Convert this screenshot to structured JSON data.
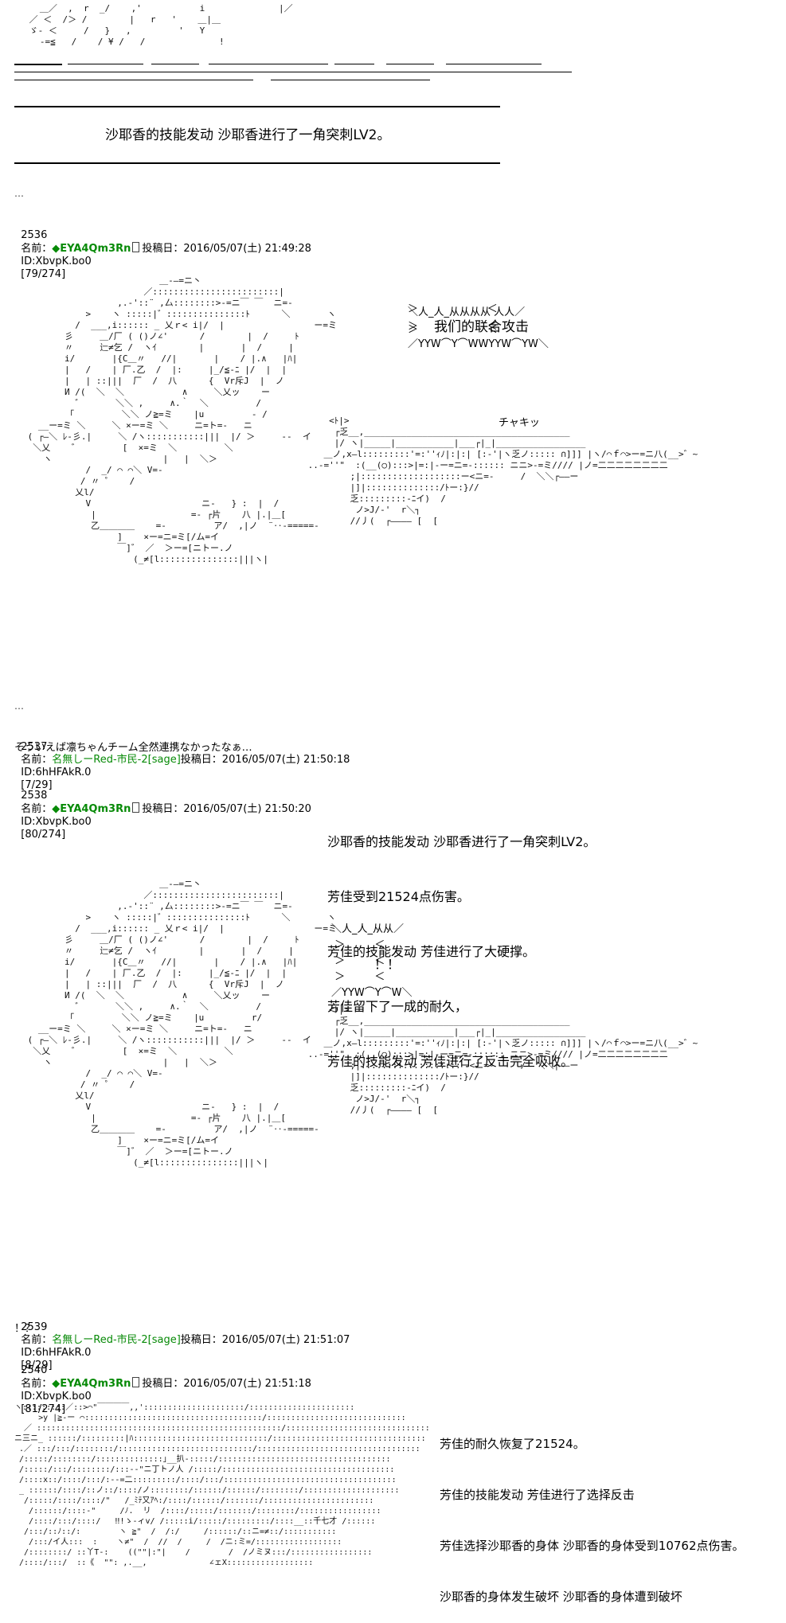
{
  "top_narration": "沙耶香的技能发动 沙耶香进行了一角突刺LV2。",
  "posts": [
    {
      "number": "2536",
      "name_label": "名前：",
      "name": "◆EYA4Qm3Rn",
      "post_label": "投稿日：",
      "date": "2016/05/07(土) 21:49:28",
      "id": "ID:XbvpK.bo0",
      "count": "[79/274]"
    },
    {
      "number": "2537",
      "name_label": "名前：",
      "name": "名無しーRed-市民-2",
      "sage": "[sage]",
      "post_label": "投稿日：",
      "date": "2016/05/07(土) 21:50:18",
      "id": "ID:6hHFAkR.0",
      "count": "[7/29]",
      "body": "そういえば凛ちゃんチーム全然連携なかったなぁ…"
    },
    {
      "number": "2538",
      "name_label": "名前：",
      "name": "◆EYA4Qm3Rn",
      "post_label": "投稿日：",
      "date": "2016/05/07(土) 21:50:20",
      "id": "ID:XbvpK.bo0",
      "count": "[80/274]",
      "lines": [
        "沙耶香的技能发动 沙耶香进行了一角突刺LV2。",
        "芳佳受到21524点伤害。",
        "芳佳的技能发动 芳佳进行了大硬撑。",
        "芳佳留下了一成的耐久，",
        "芳佳的技能发动 芳佳进行了反击完全吸收。"
      ]
    },
    {
      "number": "2539",
      "name_label": "名前：",
      "name": "名無しーRed-市民-2",
      "sage": "[sage]",
      "post_label": "投稿日：",
      "date": "2016/05/07(土) 21:51:07",
      "id": "ID:6hHFAkR.0",
      "count": "[8/29]",
      "body": "！？"
    },
    {
      "number": "2540",
      "name_label": "名前：",
      "name": "◆EYA4Qm3Rn",
      "post_label": "投稿日：",
      "date": "2016/05/07(土) 21:51:18",
      "id": "ID:XbvpK.bo0",
      "count": "[81/274]",
      "lines": [
        "芳佳的耐久恢复了21524。",
        "芳佳的技能发动 芳佳进行了选择反击",
        "芳佳选择沙耶香的身体 沙耶香的身体受到10762点伤害。",
        "沙耶香的身体发生破坏 沙耶香的身体遭到破坏"
      ]
    }
  ],
  "bubble_attack": "我们的联合攻击",
  "sfx_chakin": "チャキッ",
  "bubble_exclaim": "！！",
  "separator_dots": "…"
}
